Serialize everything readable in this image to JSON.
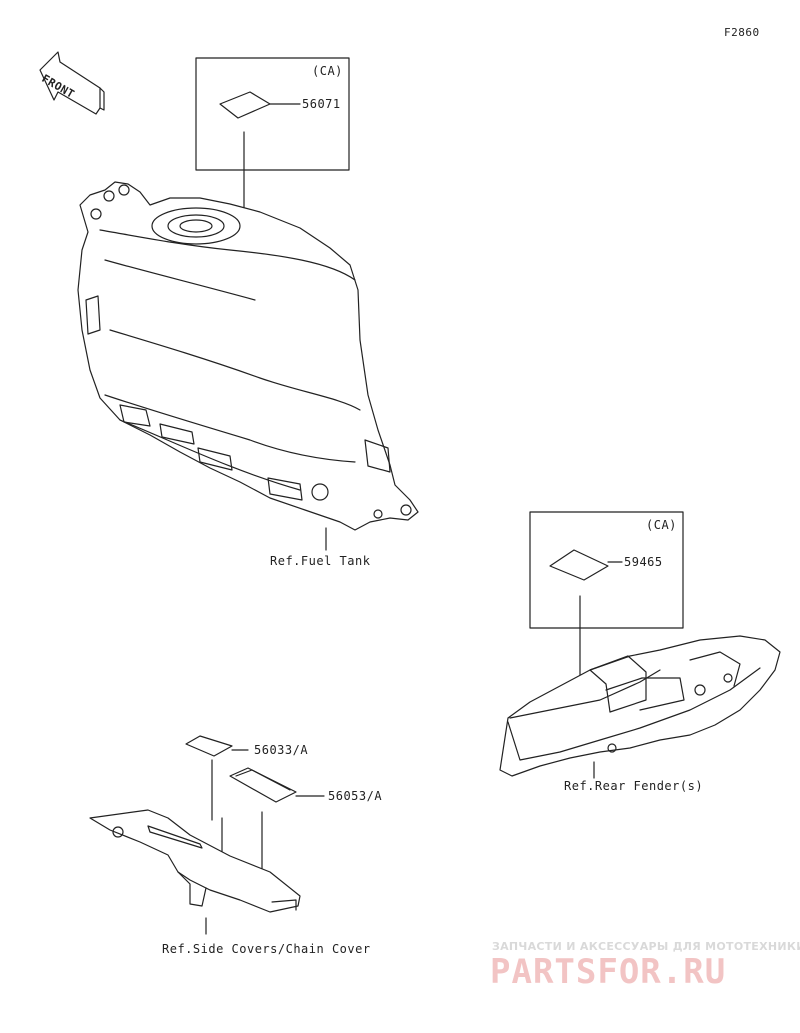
{
  "diagram": {
    "code": "F2860",
    "front_label": "FRONT",
    "boxes": [
      {
        "region": "(CA)",
        "part": "56071"
      },
      {
        "region": "(CA)",
        "part": "59465"
      }
    ],
    "parts": {
      "side_label_1": "56033/A",
      "side_label_2": "56053/A"
    },
    "references": {
      "fuel_tank": "Ref.Fuel Tank",
      "rear_fender": "Ref.Rear Fender(s)",
      "side_covers": "Ref.Side Covers/Chain Cover"
    }
  },
  "watermark": {
    "tagline": "ЗАПЧАСТИ И АКСЕССУАРЫ ДЛЯ МОТОТЕХНИКИ",
    "logo": "PARTSFOR.RU"
  },
  "colors": {
    "line": "#222222",
    "watermark": "#e8a0a0"
  }
}
